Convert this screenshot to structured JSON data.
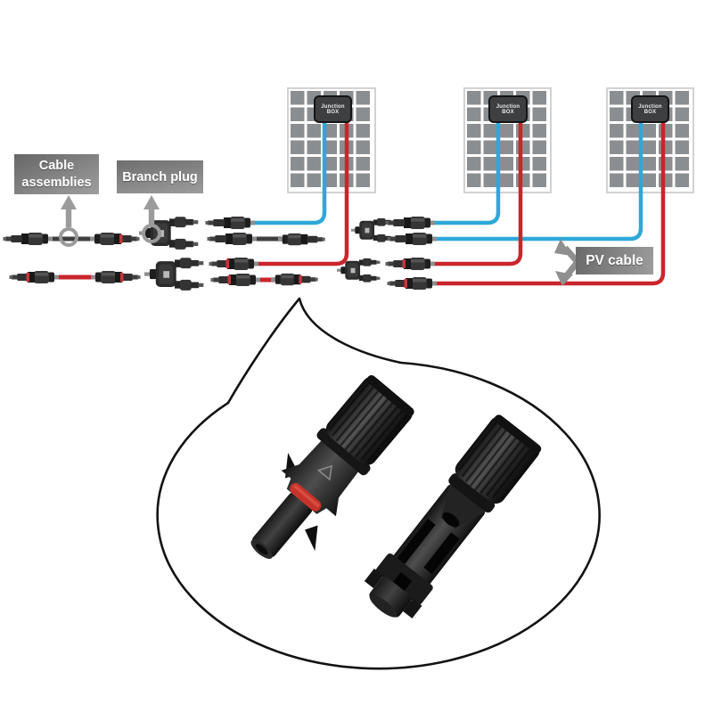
{
  "diagram": {
    "panels": [
      {
        "junction_box_label": "Junction BOX"
      },
      {
        "junction_box_label": "Junction BOX"
      },
      {
        "junction_box_label": "Junction BOX"
      }
    ],
    "labels": {
      "cable_assemblies": "Cable assemblies",
      "branch_plug": "Branch plug",
      "pv_cable": "PV cable"
    },
    "colors": {
      "negative_wire_blue": "#2fa8d8",
      "positive_wire_red": "#c9252b",
      "panel_cell_gray": "#8b8e90",
      "label_box_dark": "#6a6a6a",
      "label_box_light": "#9c9c9c",
      "connector_black": "#2e2e2e",
      "cable_black": "#3f3f3f",
      "oring_red": "#c63328",
      "pointer_gray": "#9b9b9b"
    },
    "icons": {
      "label_pointer": "up-arrow-icon",
      "component_marker": "ring-circle-icon",
      "pv_cable_pointer": "vertical-double-arrow-icon",
      "callout_shape": "speech-bubble"
    }
  }
}
